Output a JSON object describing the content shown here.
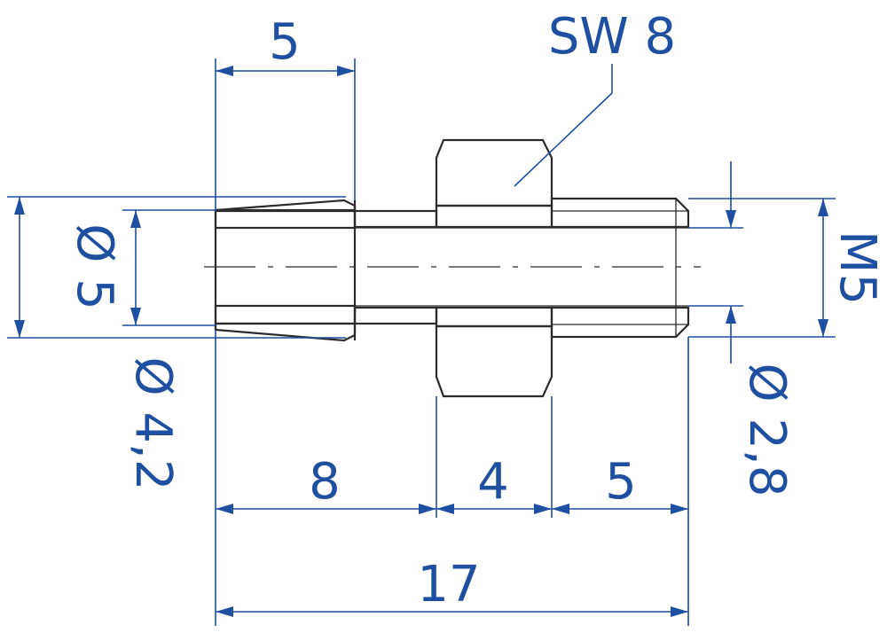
{
  "dimensions": {
    "cone_length": "5",
    "wrench_size": "SW 8",
    "outer_diameter": "Ø 5",
    "inner_diameter": "Ø 4,2",
    "thread": "M5",
    "bore_diameter": "Ø 2,8",
    "length_left": "8",
    "length_hex": "4",
    "length_thread": "5",
    "total_length": "17"
  },
  "colors": {
    "dimension": "#1f4fa0",
    "part_outline": "#2b2b2b"
  }
}
